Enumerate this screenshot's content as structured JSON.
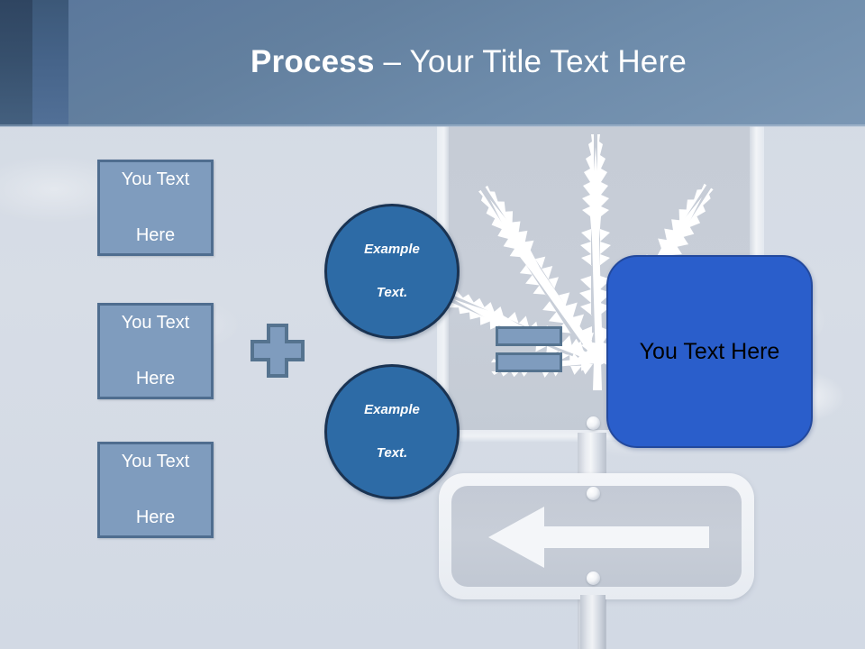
{
  "slide": {
    "title_bold": "Process",
    "title_rest": " – Your Title Text Here",
    "background_image": "street-sign-with-cannabis-leaf-and-one-way-arrow"
  },
  "colors": {
    "header_gradient_start": "#5b789c",
    "header_gradient_end": "#7b97b4",
    "header_band_dark": "#2f4561",
    "header_band_mid": "#46648a",
    "slide_background": "#d5dce6",
    "textbox_fill": "#7f9cbe",
    "textbox_border": "#4f6d8f",
    "circle_fill": "#2d6ba6",
    "circle_border": "#1a3352",
    "result_fill": "#2a5ecb",
    "result_text": "#000000",
    "sign_panel": "#c6ccd6",
    "leaf": "#ffffff"
  },
  "left_boxes": [
    {
      "line1": "You Text",
      "line2": "Here"
    },
    {
      "line1": "You Text",
      "line2": "Here"
    },
    {
      "line1": "You Text",
      "line2": "Here"
    }
  ],
  "operators": {
    "plus": "+",
    "equals": "="
  },
  "circles": [
    {
      "line1": "Example",
      "line2": "Text."
    },
    {
      "line1": "Example",
      "line2": "Text."
    }
  ],
  "result": {
    "label": "You Text Here"
  },
  "icons": {
    "plus": "plus-sign-icon",
    "equals": "equals-sign-icon",
    "leaf": "cannabis-leaf-icon",
    "arrow": "left-arrow-icon",
    "bolt": "bolt-icon",
    "post": "sign-post-icon"
  }
}
